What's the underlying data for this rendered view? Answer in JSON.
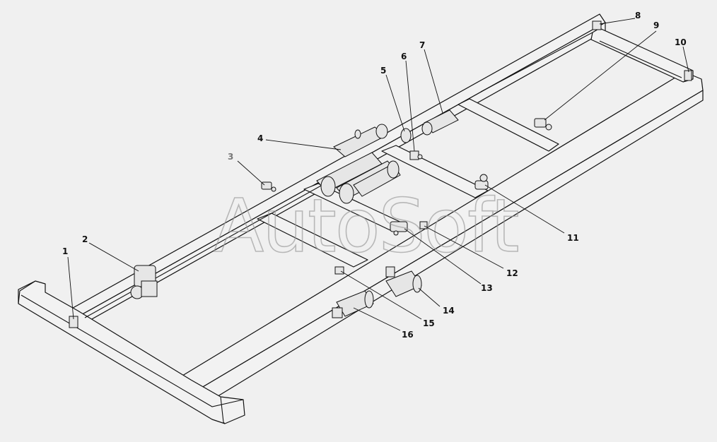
{
  "watermark": "AutoSoft",
  "callouts": [
    {
      "label": "1"
    },
    {
      "label": "2"
    },
    {
      "label": "3"
    },
    {
      "label": "4"
    },
    {
      "label": "5"
    },
    {
      "label": "6"
    },
    {
      "label": "7"
    },
    {
      "label": "8"
    },
    {
      "label": "9"
    },
    {
      "label": "10"
    },
    {
      "label": "11"
    },
    {
      "label": "12"
    },
    {
      "label": "13"
    },
    {
      "label": "14"
    },
    {
      "label": "15"
    },
    {
      "label": "16"
    }
  ],
  "colors": {
    "background": "#f0f0f0",
    "ink": "#111111",
    "watermark": "#9a9a9a",
    "callout3": "#777777"
  }
}
